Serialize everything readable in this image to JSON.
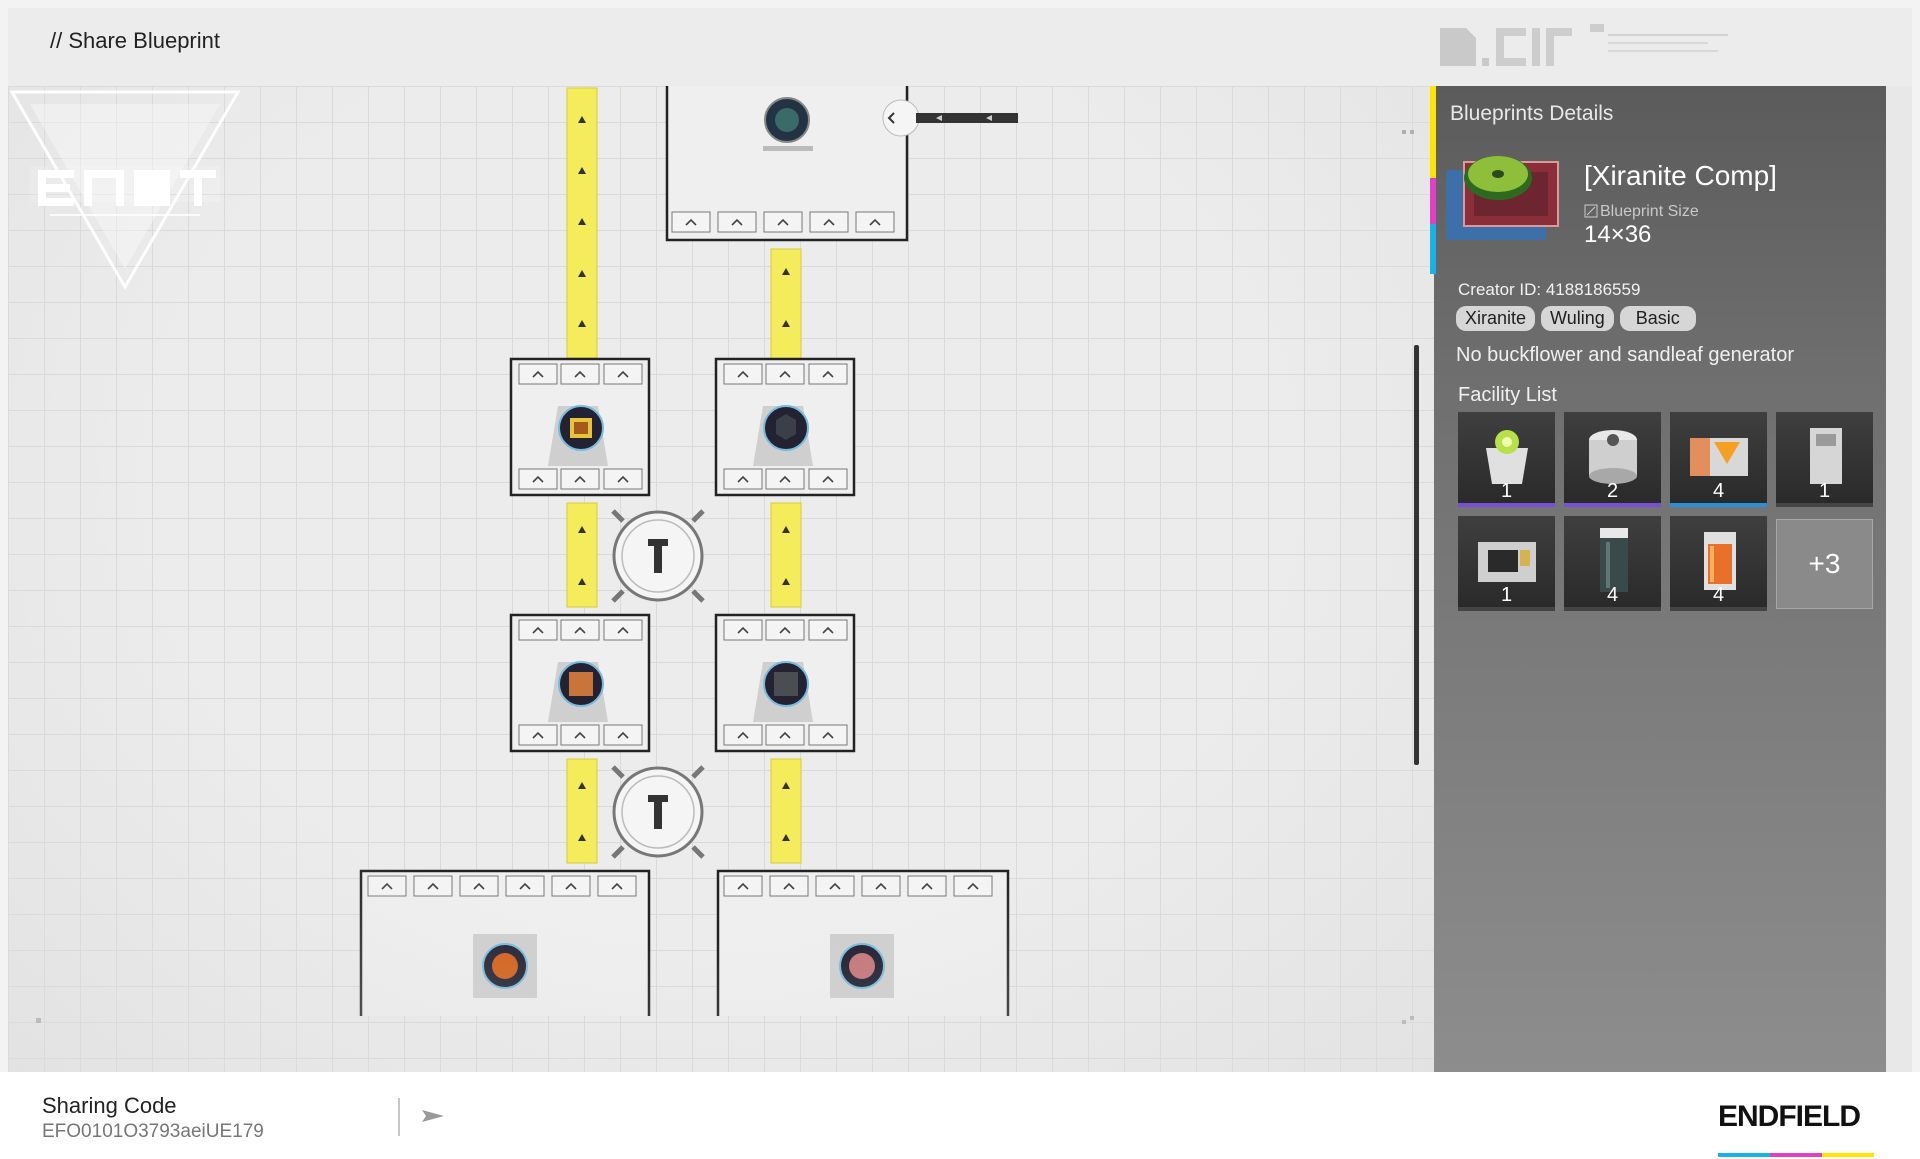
{
  "header": {
    "title": "// Share Blueprint"
  },
  "details": {
    "heading": "Blueprints Details",
    "name": "[Xiranite Comp]",
    "size_label": "Blueprint Size",
    "size": "14×36",
    "creator": "Creator ID: 4188186559",
    "tags": [
      "Xiranite",
      "Wuling",
      "Basic"
    ],
    "description": "No buckflower and sandleaf generator",
    "facility_heading": "Facility List",
    "facilities": [
      {
        "count": "1",
        "icon": "seed-planter-icon",
        "rarity_color": "#7a4fd8"
      },
      {
        "count": "2",
        "icon": "refining-unit-icon",
        "rarity_color": "#7a4fd8"
      },
      {
        "count": "4",
        "icon": "shaping-unit-icon",
        "rarity_color": "#2a8fd8"
      },
      {
        "count": "1",
        "icon": "storage-unit-icon",
        "rarity_color": "#4a4a4a"
      },
      {
        "count": "1",
        "icon": "grinding-unit-icon",
        "rarity_color": "#4a4a4a"
      },
      {
        "count": "4",
        "icon": "pillar-unit-icon",
        "rarity_color": "#4a4a4a"
      },
      {
        "count": "4",
        "icon": "furnace-unit-icon",
        "rarity_color": "#4a4a4a"
      }
    ],
    "more_label": "+3",
    "accent_colors": [
      "#ffe600",
      "#e040c8",
      "#1ab0e8"
    ]
  },
  "footer": {
    "sharing_label": "Sharing Code",
    "sharing_code": "EFO0101O3793aeiUE179",
    "brand": "ENDFIELD",
    "brand_colors": [
      "#1ab0e8",
      "#e040c8",
      "#ffe600"
    ]
  }
}
